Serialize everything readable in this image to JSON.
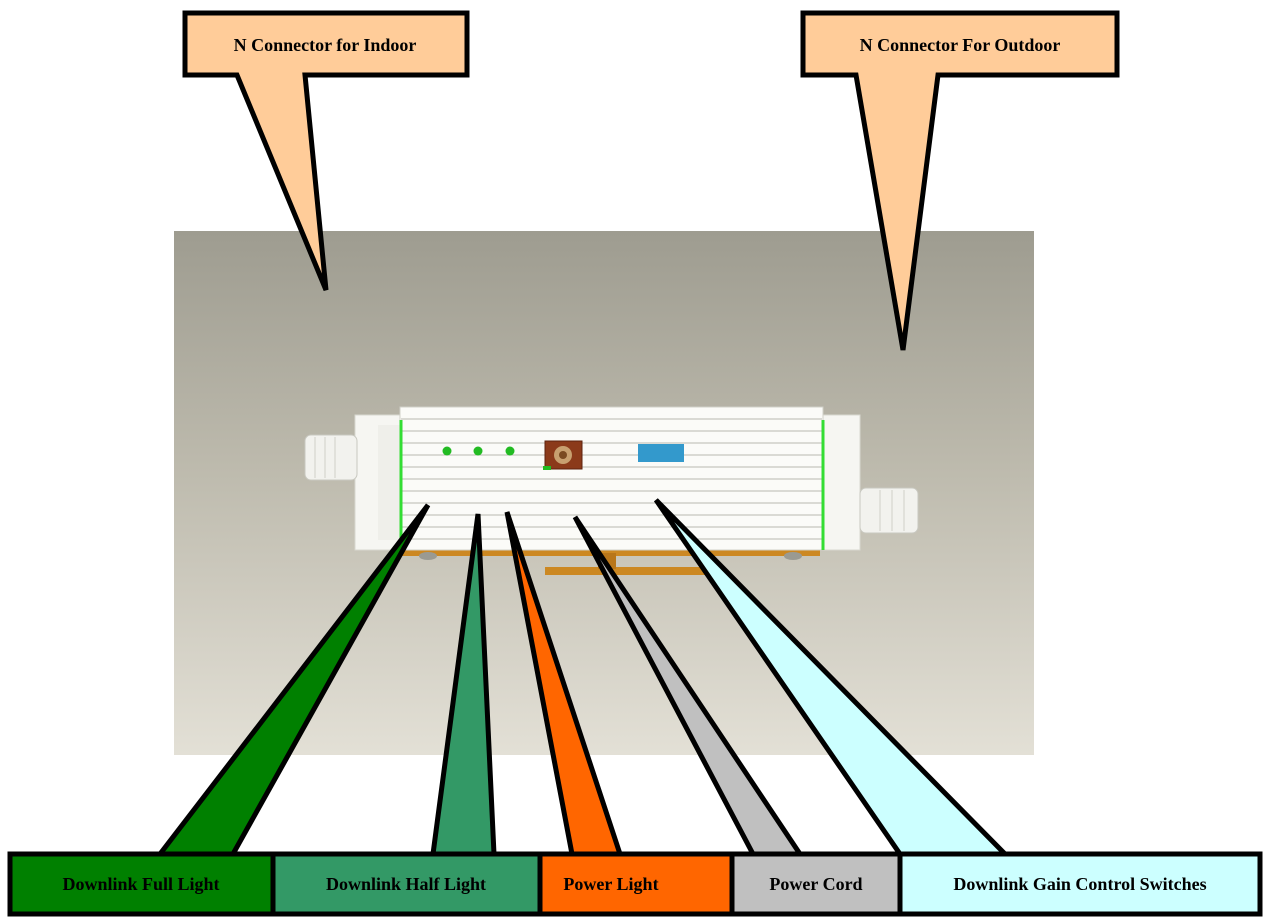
{
  "callouts_top": [
    {
      "label": "N Connector for Indoor",
      "color": "#FFCC99"
    },
    {
      "label": "N Connector For Outdoor",
      "color": "#FFCC99"
    }
  ],
  "callouts_bottom": [
    {
      "label": "Downlink Full Light",
      "color": "#008000"
    },
    {
      "label": "Downlink Half Light",
      "color": "#339966"
    },
    {
      "label": "Power Light",
      "color": "#FF6600"
    },
    {
      "label": "Power Cord",
      "color": "#C0C0C0"
    },
    {
      "label": "Downlink Gain Control Switches",
      "color": "#CCFFFF"
    }
  ],
  "device": {
    "led_color": "#22BB22",
    "switch_color": "#3399CC",
    "bracket_color": "#CC8822",
    "power_port_color": "#8B3A1A"
  }
}
